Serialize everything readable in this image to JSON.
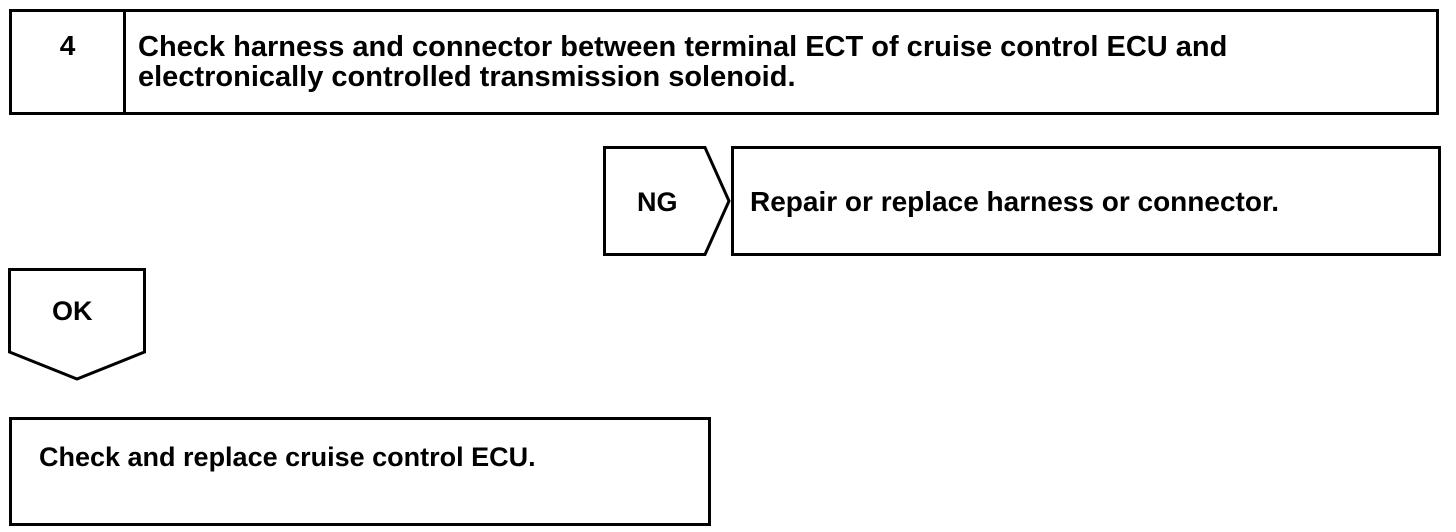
{
  "step": {
    "number": "4",
    "title": "Check harness and connector between terminal ECT of cruise control ECU and\nelectronically controlled transmission solenoid."
  },
  "ng_branch": {
    "label": "NG",
    "action": "Repair or replace harness or connector."
  },
  "ok_branch": {
    "label": "OK",
    "action": "Check and replace cruise control ECU."
  }
}
